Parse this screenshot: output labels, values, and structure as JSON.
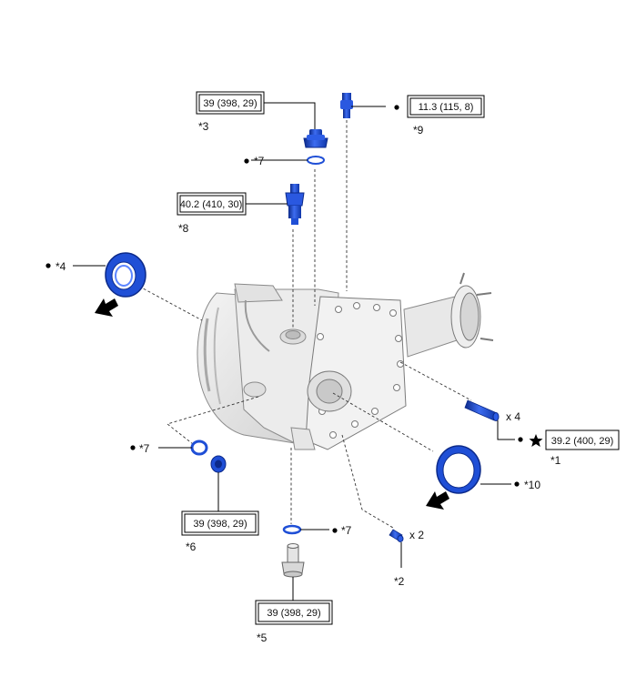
{
  "callouts": {
    "c1": "*1",
    "c2": "*2",
    "c3": "*3",
    "c4": "*4",
    "c5": "*5",
    "c6": "*6",
    "c7a": "*7",
    "c7b": "*7",
    "c7c": "*7",
    "c8": "*8",
    "c9": "*9",
    "c10": "*10"
  },
  "torque": {
    "t3": "39 (398, 29)",
    "t9": "11.3 (115, 8)",
    "t8": "40.2 (410, 30)",
    "t1": "39.2 (400, 29)",
    "t6": "39 (398, 29)",
    "t5": "39 (398, 29)"
  },
  "quantities": {
    "stud": "x 4",
    "pin": "x 2"
  },
  "colors": {
    "part_blue": "#1f4fd6",
    "part_blue_dark": "#0c2a8a",
    "housing": "#e9e9e9",
    "housing_edge": "#8a8a8a"
  },
  "icons": {
    "bullet": "filled-dot",
    "star": "filled-star",
    "arrow": "bold-arrow"
  }
}
